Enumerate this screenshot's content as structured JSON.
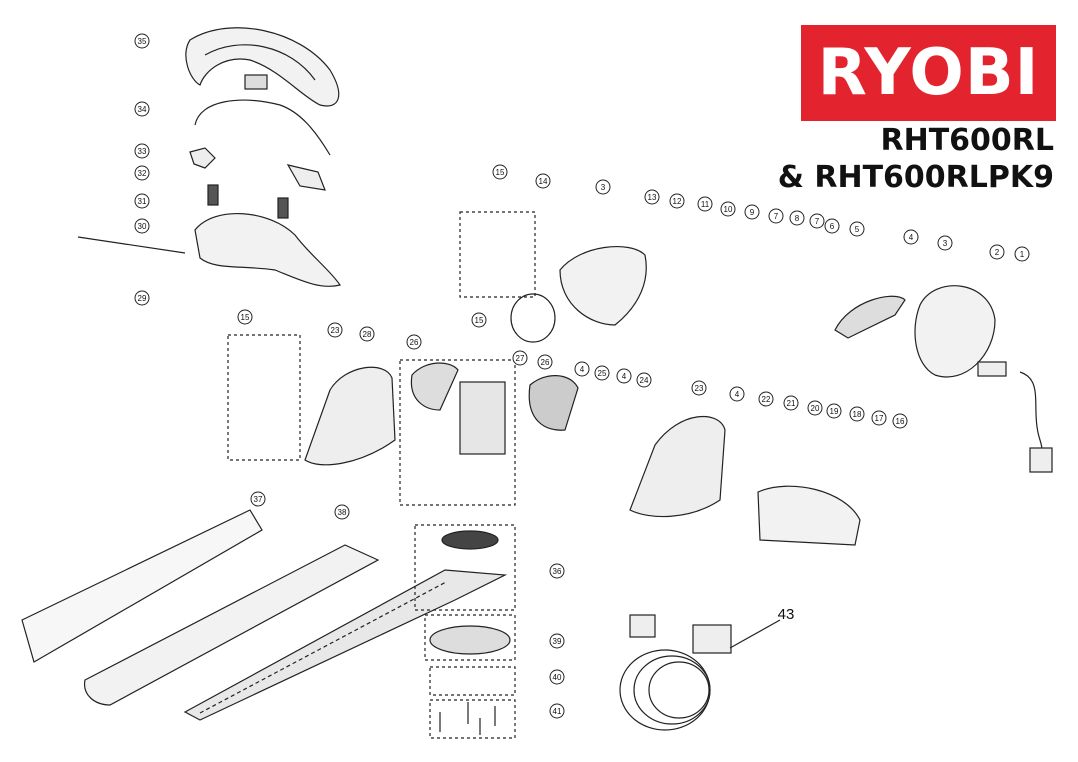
{
  "brand": {
    "logo": "RYOBI",
    "color": "#e3232d"
  },
  "models": [
    "RHT600RL",
    "& RHT600RLPK9"
  ],
  "callouts": [
    {
      "label": "35"
    },
    {
      "label": "34"
    },
    {
      "label": "33"
    },
    {
      "label": "32"
    },
    {
      "label": "31"
    },
    {
      "label": "30"
    },
    {
      "label": "29"
    },
    {
      "label": "28"
    },
    {
      "label": "15"
    },
    {
      "label": "15"
    },
    {
      "label": "15"
    },
    {
      "label": "14"
    },
    {
      "label": "3"
    },
    {
      "label": "13"
    },
    {
      "label": "12"
    },
    {
      "label": "11"
    },
    {
      "label": "10"
    },
    {
      "label": "9"
    },
    {
      "label": "7"
    },
    {
      "label": "8"
    },
    {
      "label": "7"
    },
    {
      "label": "6"
    },
    {
      "label": "5"
    },
    {
      "label": "4"
    },
    {
      "label": "3"
    },
    {
      "label": "2"
    },
    {
      "label": "1"
    },
    {
      "label": "23"
    },
    {
      "label": "26"
    },
    {
      "label": "27"
    },
    {
      "label": "26"
    },
    {
      "label": "4"
    },
    {
      "label": "25"
    },
    {
      "label": "4"
    },
    {
      "label": "24"
    },
    {
      "label": "23"
    },
    {
      "label": "4"
    },
    {
      "label": "22"
    },
    {
      "label": "21"
    },
    {
      "label": "20"
    },
    {
      "label": "19"
    },
    {
      "label": "18"
    },
    {
      "label": "17"
    },
    {
      "label": "16"
    },
    {
      "label": "38"
    },
    {
      "label": "37"
    },
    {
      "label": "36"
    },
    {
      "label": "39"
    },
    {
      "label": "40"
    },
    {
      "label": "41"
    }
  ],
  "plain_label": "43"
}
